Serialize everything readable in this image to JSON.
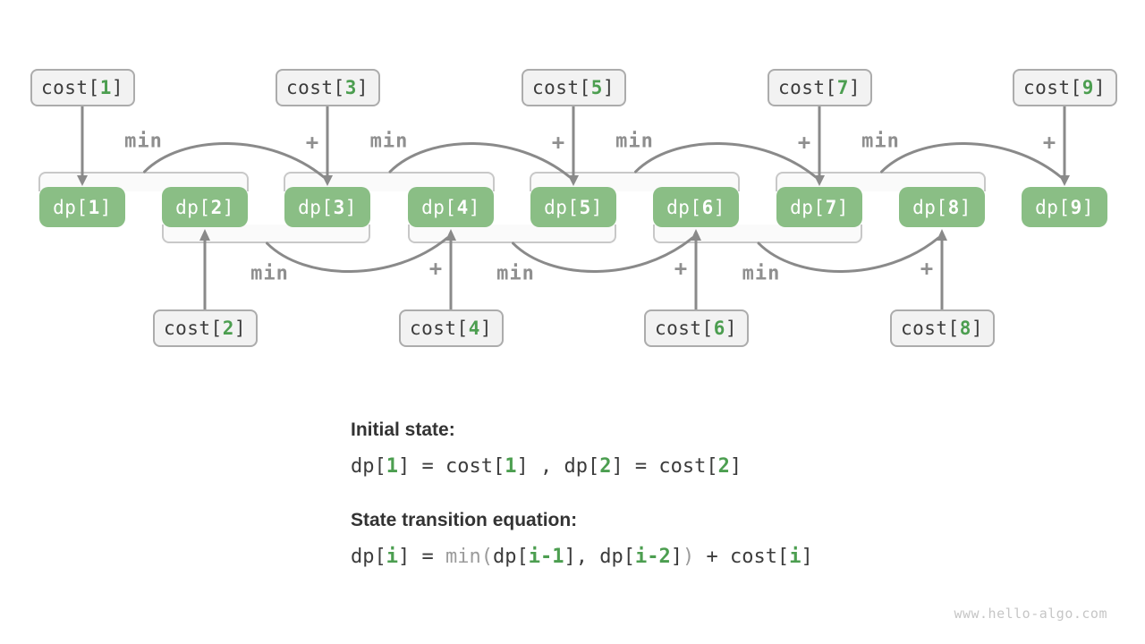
{
  "diagram": {
    "dp_boxes": [
      {
        "pre": "dp[",
        "num": "1",
        "post": "]"
      },
      {
        "pre": "dp[",
        "num": "2",
        "post": "]"
      },
      {
        "pre": "dp[",
        "num": "3",
        "post": "]"
      },
      {
        "pre": "dp[",
        "num": "4",
        "post": "]"
      },
      {
        "pre": "dp[",
        "num": "5",
        "post": "]"
      },
      {
        "pre": "dp[",
        "num": "6",
        "post": "]"
      },
      {
        "pre": "dp[",
        "num": "7",
        "post": "]"
      },
      {
        "pre": "dp[",
        "num": "8",
        "post": "]"
      },
      {
        "pre": "dp[",
        "num": "9",
        "post": "]"
      }
    ],
    "cost_top": [
      {
        "pre": "cost[",
        "num": "1",
        "post": "]"
      },
      {
        "pre": "cost[",
        "num": "3",
        "post": "]"
      },
      {
        "pre": "cost[",
        "num": "5",
        "post": "]"
      },
      {
        "pre": "cost[",
        "num": "7",
        "post": "]"
      },
      {
        "pre": "cost[",
        "num": "9",
        "post": "]"
      }
    ],
    "cost_bottom": [
      {
        "pre": "cost[",
        "num": "2",
        "post": "]"
      },
      {
        "pre": "cost[",
        "num": "4",
        "post": "]"
      },
      {
        "pre": "cost[",
        "num": "6",
        "post": "]"
      },
      {
        "pre": "cost[",
        "num": "8",
        "post": "]"
      }
    ],
    "min_label": "min",
    "plus_label": "+"
  },
  "notes": {
    "initial_title": "Initial state:",
    "initial_code": [
      {
        "t": "dp[",
        "c": "d"
      },
      {
        "t": "1",
        "c": "g"
      },
      {
        "t": "] = cost[",
        "c": "d"
      },
      {
        "t": "1",
        "c": "g"
      },
      {
        "t": "] , dp[",
        "c": "d"
      },
      {
        "t": "2",
        "c": "g"
      },
      {
        "t": "] = cost[",
        "c": "d"
      },
      {
        "t": "2",
        "c": "g"
      },
      {
        "t": "]",
        "c": "d"
      }
    ],
    "transition_title": "State transition equation:",
    "transition_code": [
      {
        "t": "dp[",
        "c": "d"
      },
      {
        "t": "i",
        "c": "g"
      },
      {
        "t": "] = ",
        "c": "d"
      },
      {
        "t": "min",
        "c": "gr"
      },
      {
        "t": "(",
        "c": "gr"
      },
      {
        "t": "dp[",
        "c": "d"
      },
      {
        "t": "i-1",
        "c": "g"
      },
      {
        "t": "], dp[",
        "c": "d"
      },
      {
        "t": "i-2",
        "c": "g"
      },
      {
        "t": "]",
        "c": "d"
      },
      {
        "t": ")",
        "c": "gr"
      },
      {
        "t": " + cost[",
        "c": "d"
      },
      {
        "t": "i",
        "c": "g"
      },
      {
        "t": "]",
        "c": "d"
      }
    ]
  },
  "watermark": "www.hello-algo.com",
  "colors": {
    "box-green": "#8ABE85",
    "num-green": "#4C9E50",
    "text-dark": "#3C3C3C",
    "gray": "#8F8F8F",
    "code-gray": "#9B9B9B",
    "arrow": "#8A8A8A",
    "bracket-border": "#C8C8C8",
    "bracket-fill": "#FAFAFA",
    "cost-fill": "#F2F2F2",
    "cost-border": "#ACACAC",
    "watermark": "#C6C6C6"
  }
}
